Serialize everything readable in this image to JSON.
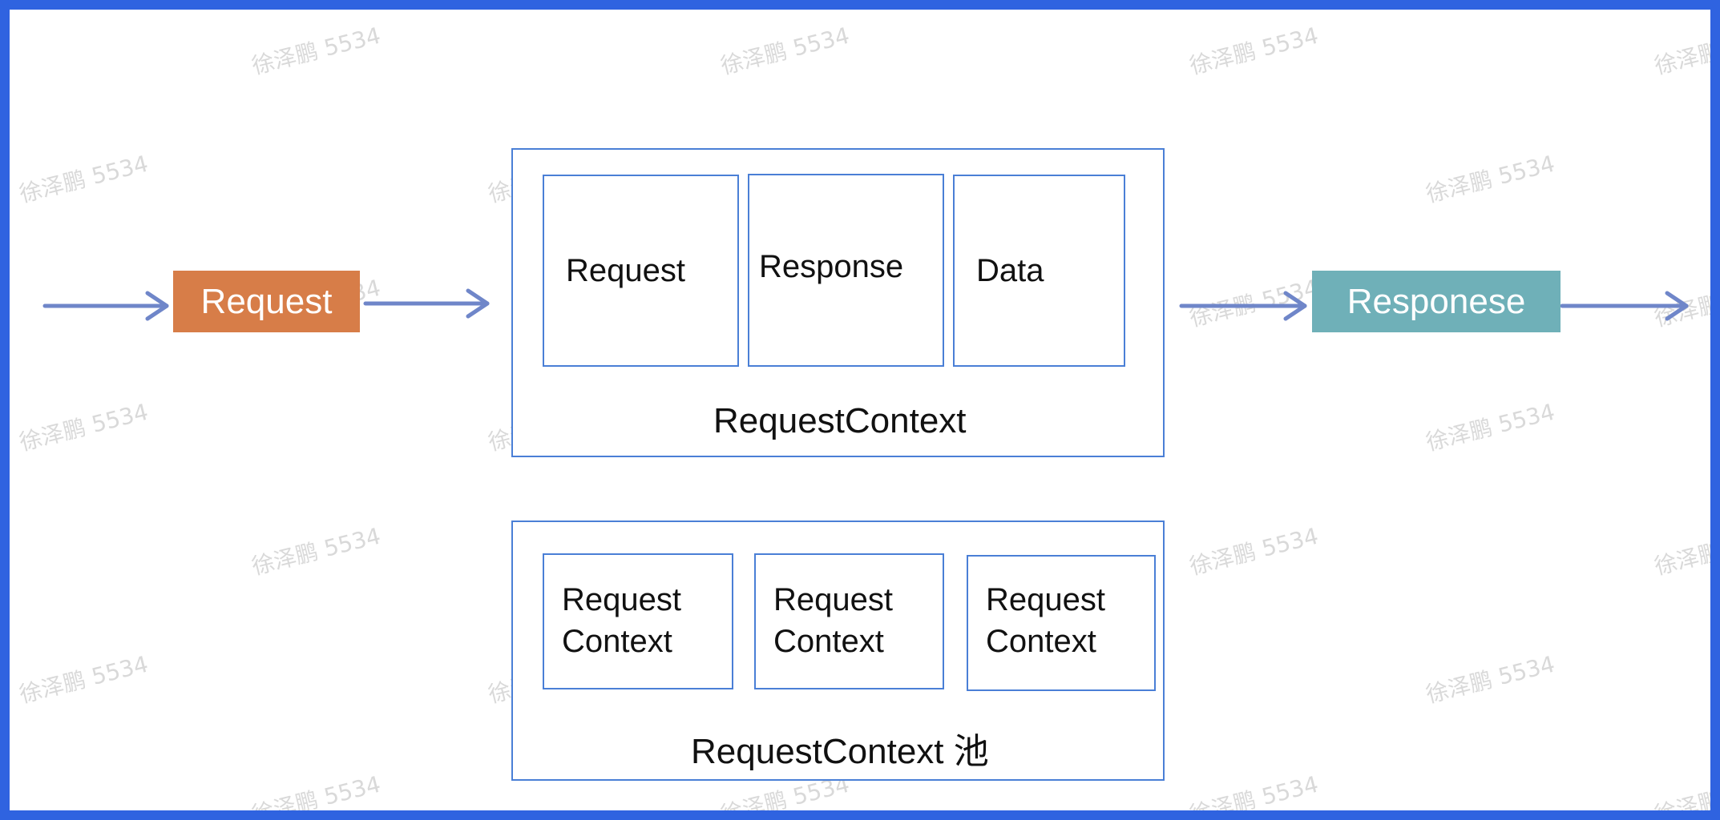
{
  "diagram": {
    "flow": {
      "request_label": "Request",
      "response_label": "Responese"
    },
    "context": {
      "caption": "RequestContext",
      "fields": [
        "Request",
        "Response",
        "Data"
      ]
    },
    "pool": {
      "caption": "RequestContext  池",
      "items": [
        {
          "line1": "Request",
          "line2": "Context"
        },
        {
          "line1": "Request",
          "line2": "Context"
        },
        {
          "line1": "Request",
          "line2": "Context"
        }
      ]
    },
    "watermark": "徐泽鹏 5534",
    "colors": {
      "frame": "#2f63e0",
      "request_box": "#d77d48",
      "response_box": "#6fb0b8",
      "arrow": "#6f86c9",
      "box_border": "#4a7fd6"
    }
  }
}
